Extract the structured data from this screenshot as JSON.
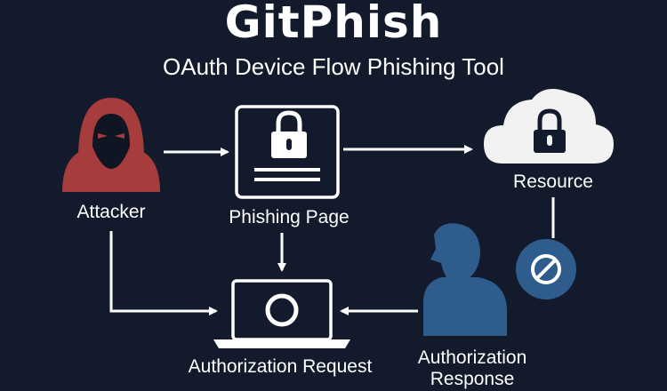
{
  "header": {
    "title": "GitPhish",
    "subtitle": "OAuth Device Flow Phishing Tool"
  },
  "nodes": {
    "attacker": {
      "label": "Attacker",
      "icon": "hooded-attacker-icon"
    },
    "phishing_page": {
      "label": "Phishing Page",
      "icon": "lock-page-icon"
    },
    "resource": {
      "label": "Resource",
      "icon": "cloud-lock-icon"
    },
    "blocked": {
      "icon": "blocked-icon"
    },
    "authorization_request": {
      "label": "Authorization Request",
      "icon": "laptop-icon"
    },
    "victim": {
      "label_line1": "Authorization",
      "label_line2": "Response",
      "icon": "user-icon"
    }
  },
  "colors": {
    "background": "#121a2b",
    "attacker": "#a63c3c",
    "victim": "#2e5c8c",
    "line": "#ffffff",
    "cloud": "#f2f2f2"
  }
}
